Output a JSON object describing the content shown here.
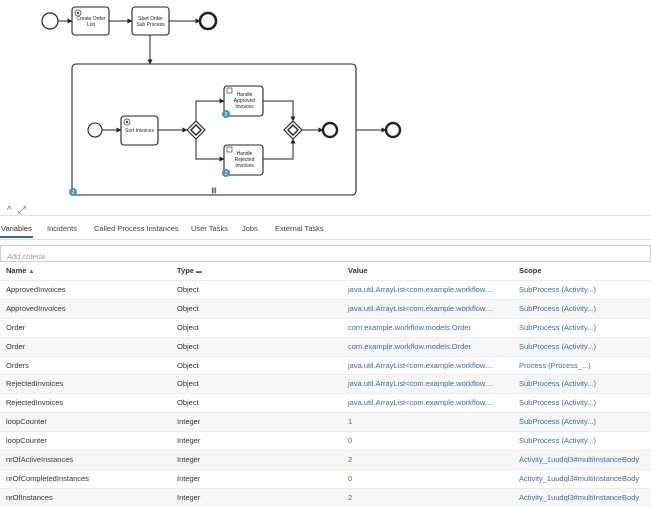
{
  "diagram": {
    "tasks": {
      "create_order_list": [
        "Create Order",
        "List"
      ],
      "start_order_sub_process": [
        "Start Order",
        "Sub Process"
      ],
      "sort_invoices": [
        "Sort Invoices"
      ],
      "handle_approved": [
        "Handle",
        "Approved",
        "Invoices"
      ],
      "handle_rejected": [
        "Handle",
        "Rejected",
        "Invoices"
      ]
    },
    "badges": {
      "subprocess": "2",
      "approved": "2",
      "rejected": "2"
    },
    "multi_instance_marker": "|||"
  },
  "controls": {
    "collapse": "^",
    "expand": "⤢"
  },
  "tabs": [
    {
      "label": "Variables",
      "active": true
    },
    {
      "label": "Incidents"
    },
    {
      "label": "Called Process Instances"
    },
    {
      "label": "User Tasks"
    },
    {
      "label": "Jobs"
    },
    {
      "label": "External Tasks"
    }
  ],
  "filter": {
    "placeholder": "Add criteria"
  },
  "table": {
    "headers": {
      "name": "Name",
      "type": "Type",
      "value": "Value",
      "scope": "Scope"
    },
    "sort_icons": {
      "name": "▲",
      "type": "▬"
    },
    "rows": [
      [
        "ApprovedInvoices",
        "Object",
        "java.util.ArrayList<com.example.workflow....",
        "SubProcess (Activity...)"
      ],
      [
        "ApprovedInvoices",
        "Object",
        "java.util.ArrayList<com.example.workflow....",
        "SubProcess (Activity...)"
      ],
      [
        "Order",
        "Object",
        "com.example.workflow.models.Order",
        "SubProcess (Activity...)"
      ],
      [
        "Order",
        "Object",
        "com.example.workflow.models.Order",
        "SubProcess (Activity...)"
      ],
      [
        "Orders",
        "Object",
        "java.util.ArrayList<com.example.workflow....",
        "Process (Process_...)"
      ],
      [
        "RejectedInvoices",
        "Object",
        "java.util.ArrayList<com.example.workflow....",
        "SubProcess (Activity...)"
      ],
      [
        "RejectedInvoices",
        "Object",
        "java.util.ArrayList<com.example.workflow....",
        "SubProcess (Activity...)"
      ],
      [
        "loopCounter",
        "Integer",
        "1",
        "SubProcess (Activity...)"
      ],
      [
        "loopCounter",
        "Integer",
        "0",
        "SubProcess (Activity...)"
      ],
      [
        "nrOfActiveInstances",
        "Integer",
        "2",
        "Activity_1uudql3#multiInstanceBody"
      ],
      [
        "nrOfCompletedInstances",
        "Integer",
        "0",
        "Activity_1uudql3#multiInstanceBody"
      ],
      [
        "nrOfInstances",
        "Integer",
        "2",
        "Activity_1uudql3#multiInstanceBody"
      ]
    ]
  }
}
